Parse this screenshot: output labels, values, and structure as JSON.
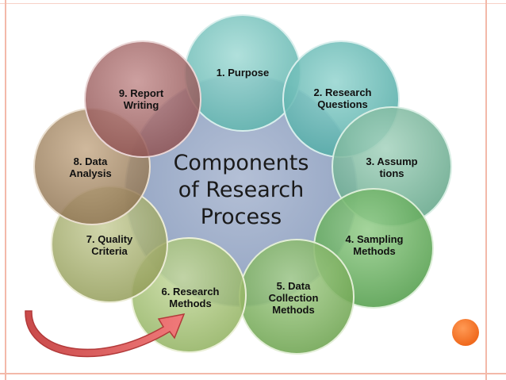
{
  "center": {
    "line1": "Components",
    "line2": "of Research",
    "line3": "Process"
  },
  "nodes": [
    {
      "id": "purpose",
      "line1": "1. Purpose",
      "line2": "",
      "color": "#7fc7c1"
    },
    {
      "id": "research-questions",
      "line1": "2. Research",
      "line2": "Questions",
      "color": "#6fbfbc"
    },
    {
      "id": "assumptions",
      "line1": "3. Assump",
      "line2": "tions",
      "color": "#7db8a2"
    },
    {
      "id": "sampling-methods",
      "line1": "4. Sampling",
      "line2": "Methods",
      "color": "#70b06a"
    },
    {
      "id": "data-collection-methods",
      "line1": "5. Data",
      "line2": "Collection",
      "line3": "Methods",
      "color": "#86b56c"
    },
    {
      "id": "research-methods",
      "line1": "6. Research",
      "line2": "Methods",
      "color": "#a3bf74"
    },
    {
      "id": "quality-criteria",
      "line1": "7. Quality",
      "line2": "Criteria",
      "color": "#a7b06f"
    },
    {
      "id": "data-analysis",
      "line1": "8. Data",
      "line2": "Analysis",
      "color": "#a48d6b"
    },
    {
      "id": "report-writing",
      "line1": "9. Report",
      "line2": "Writing",
      "color": "#a26b6b"
    }
  ]
}
